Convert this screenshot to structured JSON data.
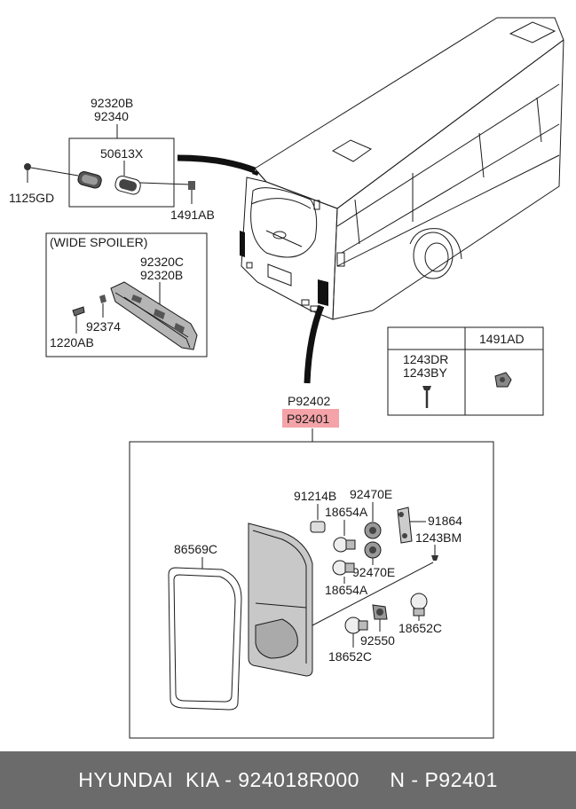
{
  "labels": {
    "p92320b_top": "92320B",
    "p92340": "92340",
    "p50613x": "50613X",
    "p1125gd": "1125GD",
    "p1491ab": "1491AB",
    "wide_spoiler": "(WIDE SPOILER)",
    "p92320c": "92320C",
    "p92320b_sp": "92320B",
    "p92374": "92374",
    "p1220ab": "1220AB",
    "p1491ad": "1491AD",
    "p1243dr": "1243DR",
    "p1243by": "1243BY",
    "p92402": "P92402",
    "p92401": "P92401",
    "p91214b": "91214B",
    "p92470e_top": "92470E",
    "p18654a_top": "18654A",
    "p91864": "91864",
    "p1243bm": "1243BM",
    "p86569c": "86569C",
    "p92470e_mid": "92470E",
    "p18654a_bot": "18654A",
    "p92550": "92550",
    "p18652c_right": "18652C",
    "p18652c_left": "18652C"
  },
  "colors": {
    "highlight": "#f4a3a8",
    "footer_bg": "#6b6b6b",
    "footer_text": "#ffffff"
  },
  "footer": {
    "text": "HYUNDAI  KIA - 924018R000     N - P92401"
  }
}
